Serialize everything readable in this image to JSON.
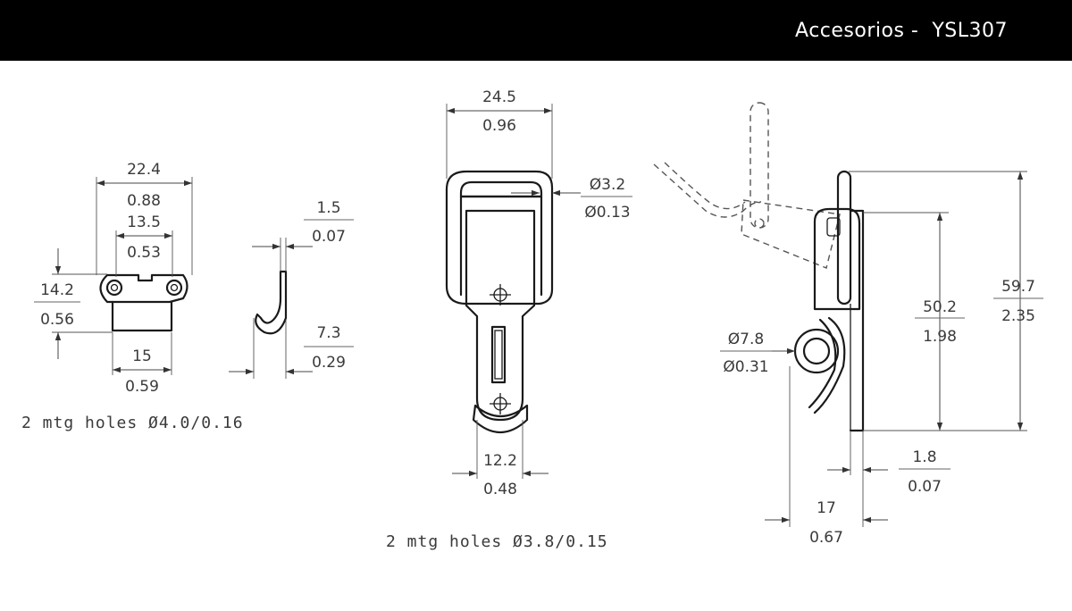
{
  "header": {
    "title": "Accesorios -  YSL307"
  },
  "colors": {
    "header_bg": "#000000",
    "header_text": "#ffffff",
    "line": "#1a1a1a",
    "dimension": "#3a3a3a"
  },
  "dims": {
    "d1": {
      "mm": "22.4",
      "in": "0.88"
    },
    "d2": {
      "mm": "13.5",
      "in": "0.53"
    },
    "d3": {
      "mm": "14.2",
      "in": "0.56"
    },
    "d4": {
      "mm": "15",
      "in": "0.59"
    },
    "d5": {
      "mm": "1.5",
      "in": "0.07"
    },
    "d6": {
      "mm": "7.3",
      "in": "0.29"
    },
    "d7": {
      "mm": "24.5",
      "in": "0.96"
    },
    "d8": {
      "mm": "Ø3.2",
      "in": "Ø0.13"
    },
    "d9": {
      "mm": "12.2",
      "in": "0.48"
    },
    "d10": {
      "mm": "Ø7.8",
      "in": "Ø0.31"
    },
    "d11": {
      "mm": "50.2",
      "in": "1.98"
    },
    "d12": {
      "mm": "59.7",
      "in": "2.35"
    },
    "d13": {
      "mm": "1.8",
      "in": "0.07"
    },
    "d14": {
      "mm": "17",
      "in": "0.67"
    }
  },
  "notes": {
    "catch_holes": "2 mtg holes Ø4.0/0.16",
    "latch_holes": "2 mtg holes Ø3.8/0.15"
  }
}
